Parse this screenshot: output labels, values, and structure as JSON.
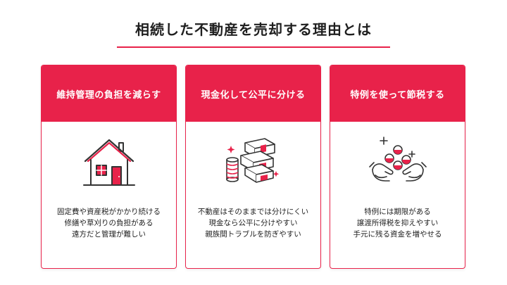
{
  "title": "相続した不動産を売却する理由とは",
  "colors": {
    "accent": "#e8224a",
    "text": "#222222",
    "icon_line": "#333333"
  },
  "cards": [
    {
      "header": "維持管理の負担を減らす",
      "icon": "house-icon",
      "lines": [
        "固定費や資産税がかかり続ける",
        "修繕や草刈りの負担がある",
        "遠方だと管理が難しい"
      ]
    },
    {
      "header": "現金化して公平に分ける",
      "icon": "money-stacks-icon",
      "lines": [
        "不動産はそのままでは分けにくい",
        "現金なら公平に分けやすい",
        "親族間トラブルを防ぎやすい"
      ]
    },
    {
      "header": "特例を使って節税する",
      "icon": "hands-coins-icon",
      "lines": [
        "特例には期限がある",
        "譲渡所得税を抑えやすい",
        "手元に残る資金を増やせる"
      ]
    }
  ]
}
